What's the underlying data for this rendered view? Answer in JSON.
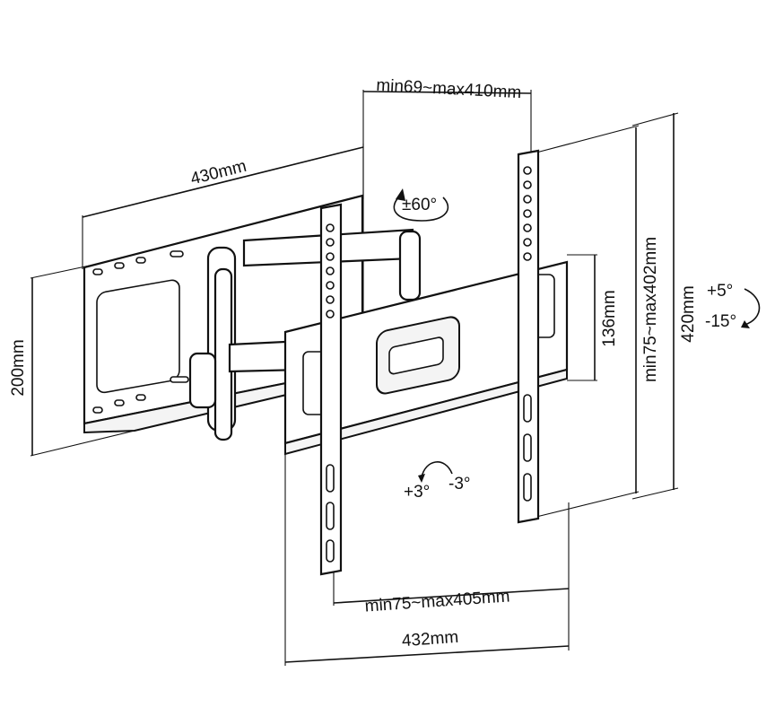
{
  "dimensions": {
    "wall_plate_width": "430mm",
    "wall_plate_height": "200mm",
    "extension": "min69~max410mm",
    "swivel": "±60°",
    "arm_height": "136mm",
    "vesa_vertical": "min75~max402mm",
    "bracket_height": "420mm",
    "tilt_up": "+5°",
    "tilt_down": "-15°",
    "rotation_left": "+3°",
    "rotation_right": "-3°",
    "vesa_horizontal": "min75~max405mm",
    "bracket_width": "432mm"
  }
}
